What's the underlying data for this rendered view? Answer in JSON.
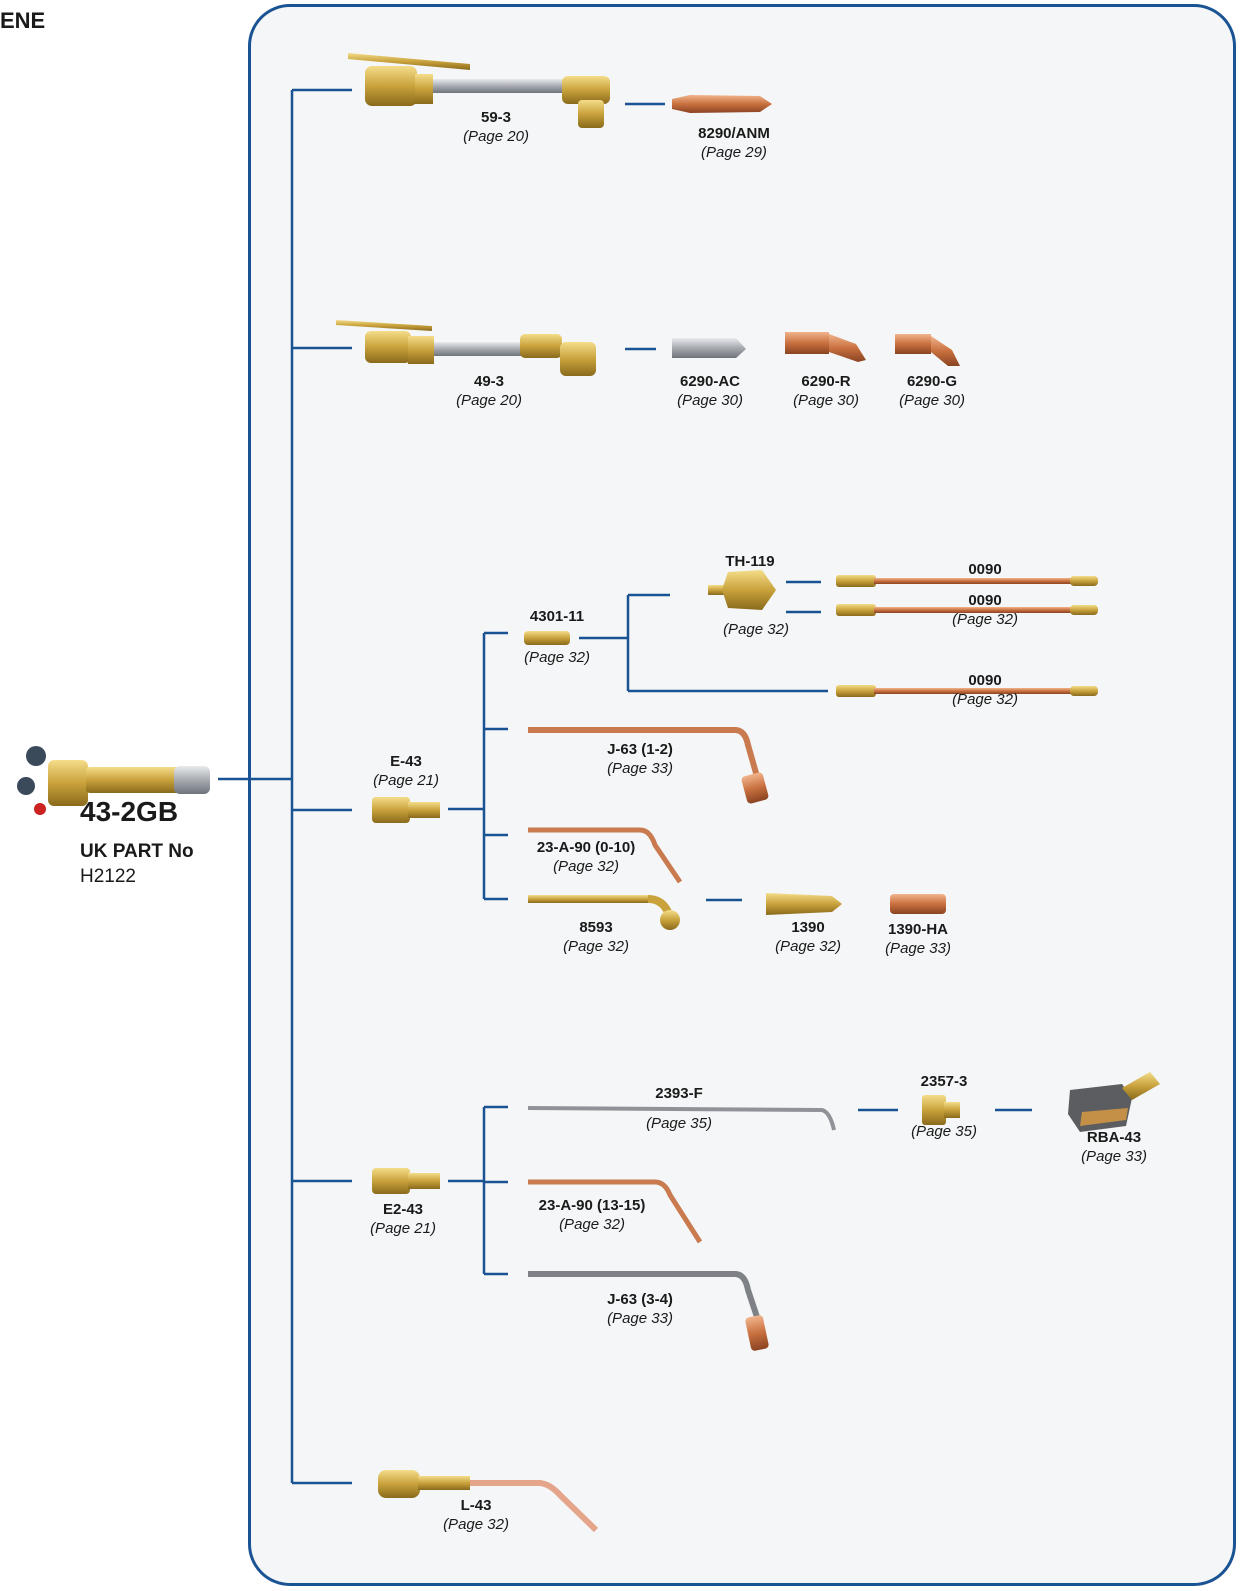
{
  "brand": {
    "corner_text": "ENE"
  },
  "main": {
    "code": "43-2GB",
    "uk_label": "UK PART No",
    "uk_value": "H2122"
  },
  "colors": {
    "connector": "#1a5393",
    "brass": "#d4b04a",
    "copper": "#c97a4e",
    "chrome": "#b8bcc2"
  },
  "items": [
    {
      "code": "59-3",
      "page": "(Page 20)"
    },
    {
      "code": "8290/ANM",
      "page": "(Page 29)"
    },
    {
      "code": "49-3",
      "page": "(Page 20)"
    },
    {
      "code": "6290-AC",
      "page": "(Page 30)"
    },
    {
      "code": "6290-R",
      "page": "(Page 30)"
    },
    {
      "code": "6290-G",
      "page": "(Page 30)"
    },
    {
      "code": "TH-119",
      "page": "(Page 32)"
    },
    {
      "code": "4301-11",
      "page": "(Page 32)"
    },
    {
      "code": "0090",
      "page": ""
    },
    {
      "code": "0090",
      "page": "(Page 32)"
    },
    {
      "code": "0090",
      "page": "(Page 32)"
    },
    {
      "code": "E-43",
      "page": "(Page 21)"
    },
    {
      "code": "J-63 (1-2)",
      "page": "(Page 33)"
    },
    {
      "code": "23-A-90 (0-10)",
      "page": "(Page 32)"
    },
    {
      "code": "8593",
      "page": "(Page 32)"
    },
    {
      "code": "1390",
      "page": "(Page 32)"
    },
    {
      "code": "1390-HA",
      "page": "(Page 33)"
    },
    {
      "code": "2393-F",
      "page": "(Page 35)"
    },
    {
      "code": "2357-3",
      "page": "(Page 35)"
    },
    {
      "code": "RBA-43",
      "page": "(Page 33)"
    },
    {
      "code": "E2-43",
      "page": "(Page 21)"
    },
    {
      "code": "23-A-90 (13-15)",
      "page": "(Page 32)"
    },
    {
      "code": "J-63 (3-4)",
      "page": "(Page 33)"
    },
    {
      "code": "L-43",
      "page": "(Page 32)"
    }
  ]
}
